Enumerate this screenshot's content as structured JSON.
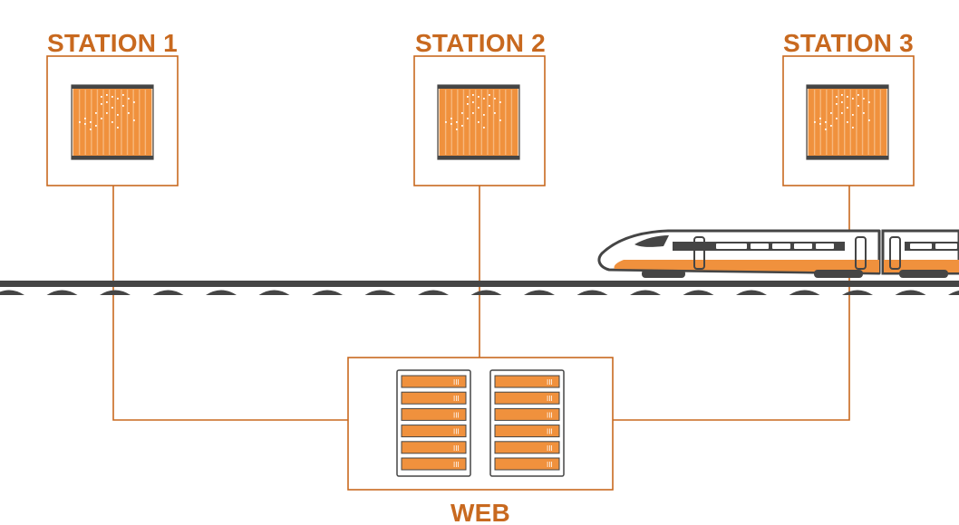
{
  "colors": {
    "accent": "#C8691F",
    "orange": "#F0913D",
    "orange_light": "#F6B77C",
    "dark": "#454545",
    "panel_bg": "#FFFFFF",
    "rack_frame": "#F1D1B2"
  },
  "icons": {
    "station_device": "station-rack-icon",
    "web_server": "server-rack-icon",
    "train": "high-speed-train-icon"
  },
  "labels": {
    "station_1": "STATION 1",
    "station_2": "STATION 2",
    "station_3": "STATION 3",
    "web": "WEB"
  },
  "web_server": {
    "racks": 2,
    "units_per_rack": 6,
    "unit_marker": "III"
  }
}
